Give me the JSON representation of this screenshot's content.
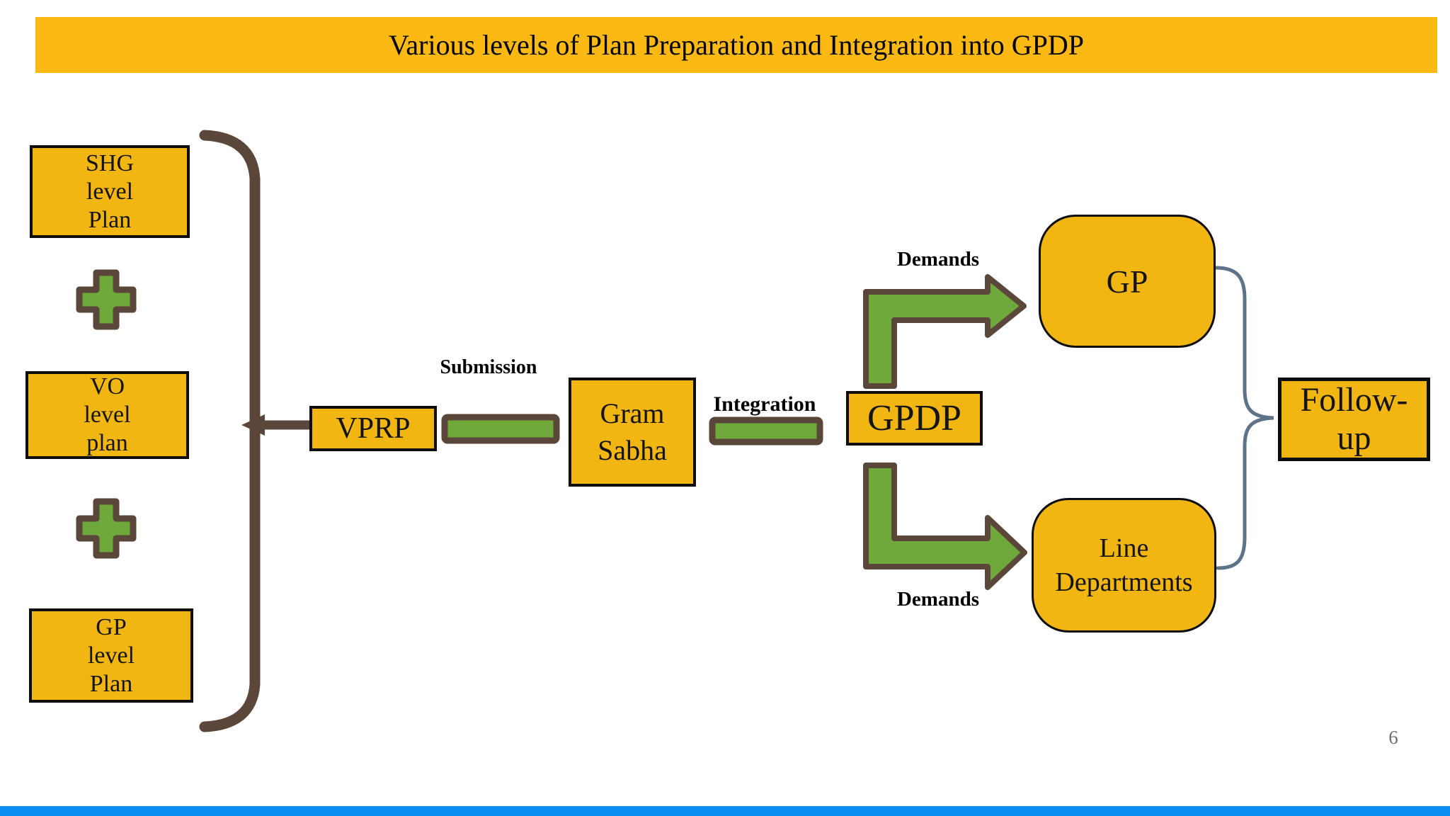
{
  "title": "Various levels of Plan Preparation and Integration into GPDP",
  "page_number": "6",
  "colors": {
    "banner": "#FDB913",
    "box": "#F2B613",
    "green": "#6FA93C",
    "brown": "#5B4739",
    "slate": "#5E7288",
    "footer": "#0A8CF0"
  },
  "nodes": {
    "shg": {
      "lines": [
        "SHG",
        "level",
        "Plan"
      ]
    },
    "vo": {
      "lines": [
        "VO",
        "level",
        "plan"
      ]
    },
    "gp_level": {
      "lines": [
        "GP",
        "level",
        "Plan"
      ]
    },
    "vprp": {
      "label": "VPRP"
    },
    "gram_sabha": {
      "lines": [
        "Gram",
        "Sabha"
      ]
    },
    "gpdp": {
      "label": "GPDP"
    },
    "gp": {
      "label": "GP"
    },
    "line_departments": {
      "lines": [
        "Line",
        "Departments"
      ]
    },
    "follow_up": {
      "lines": [
        "Follow-",
        "up"
      ]
    }
  },
  "labels": {
    "submission": "Submission",
    "integration": "Integration",
    "demands_top": "Demands",
    "demands_bottom": "Demands"
  },
  "icons": {
    "plus_between_plans": "plus",
    "collect_brace": "left-collector-brace",
    "followup_brace": "right-curly-brace"
  }
}
